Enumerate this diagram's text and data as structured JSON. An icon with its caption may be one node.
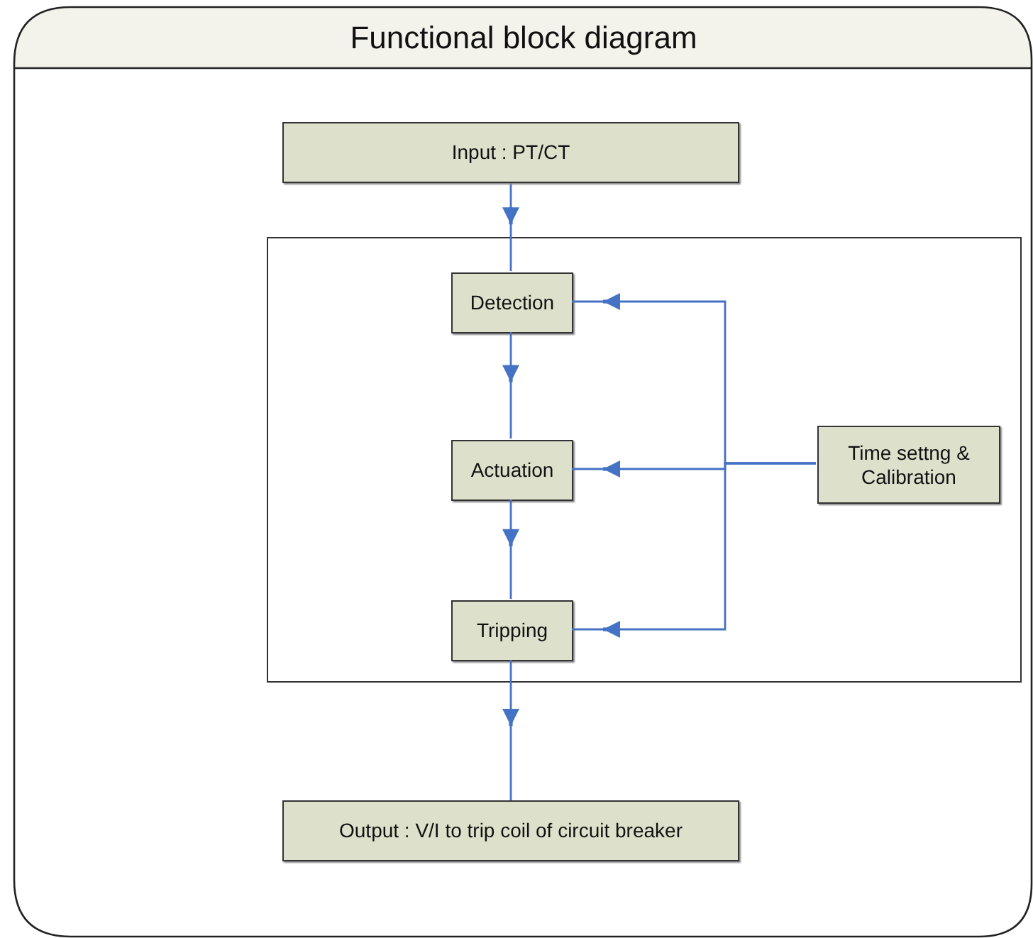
{
  "diagram": {
    "title": "Functional block diagram",
    "nodes": [
      {
        "text": [
          "Input :  PT/CT"
        ]
      },
      {
        "text": [],
        "shape": "box"
      },
      {
        "text": [
          "Detection"
        ],
        "in": 1
      },
      {
        "text": [
          "Actuation"
        ],
        "in": 1
      },
      {
        "text": [
          "Tripping"
        ],
        "in": 1
      },
      {
        "text": [
          "Time settng & Calibration"
        ],
        "in": 1
      },
      {
        "text": [
          "Output : V/I to trip coil of circuit breaker"
        ]
      }
    ],
    "edges": [
      {
        "from": 0,
        "to": 2,
        "arrow": "to"
      },
      {
        "from": 2,
        "to": 3,
        "arrow": "to"
      },
      {
        "from": 3,
        "to": 4,
        "arrow": "to"
      },
      {
        "from": 4,
        "to": 6,
        "arrow": "to"
      },
      {
        "from": 5,
        "to": 2,
        "arrow": "to"
      },
      {
        "from": 5,
        "to": 3,
        "arrow": "to"
      },
      {
        "from": 5,
        "to": 4,
        "arrow": "to"
      }
    ]
  }
}
